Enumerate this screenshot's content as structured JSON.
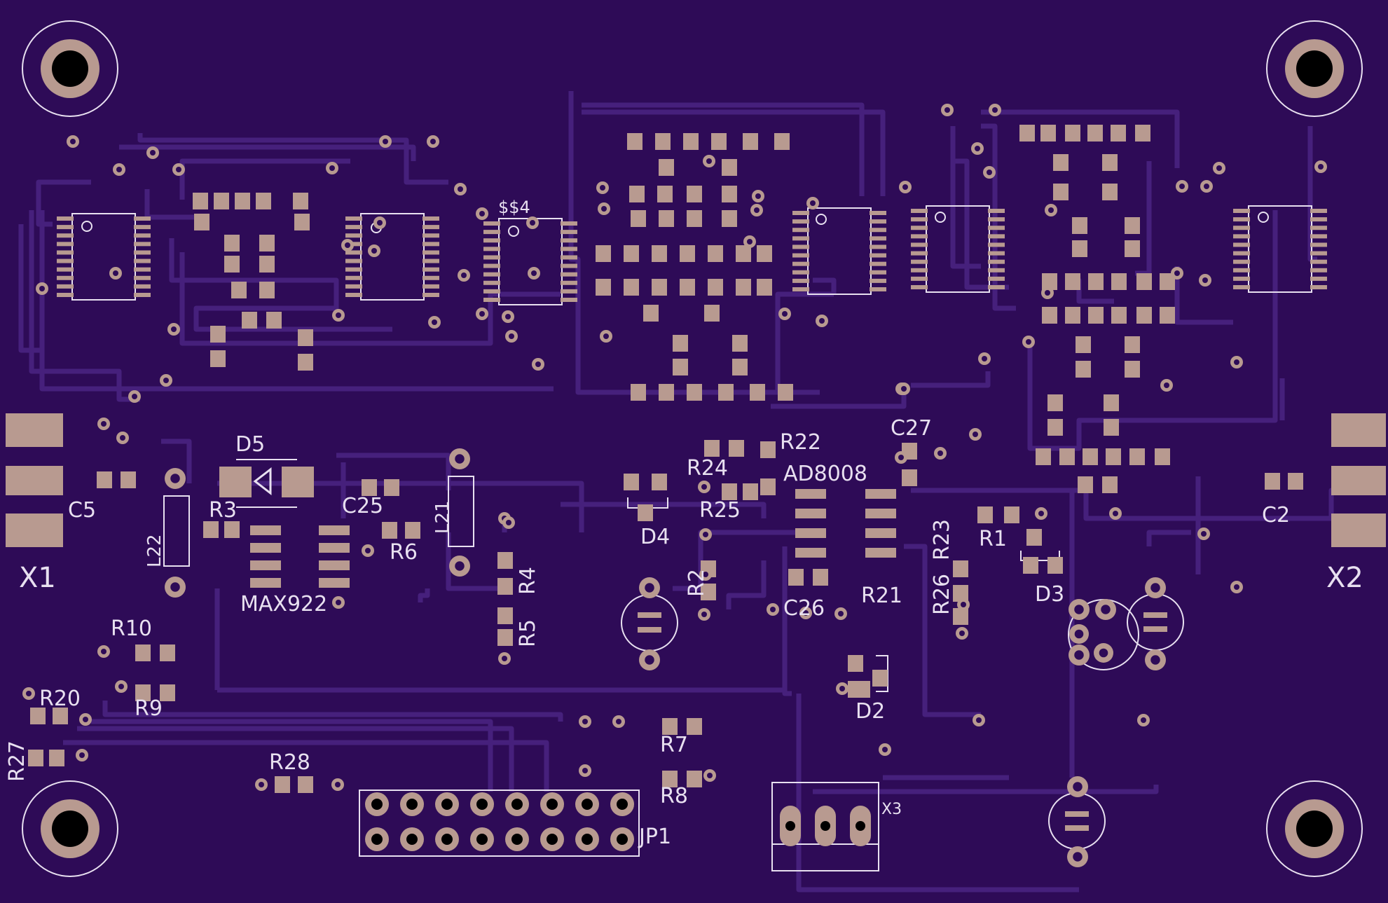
{
  "board": {
    "colors": {
      "substrate": "#2e0b57",
      "trace": "#46207c",
      "pad": "#b89a90",
      "silk": "#e8e0f0",
      "hole": "#000000"
    }
  },
  "labels": {
    "x1": "X1",
    "x2": "X2",
    "x3": "X3",
    "c5": "C5",
    "c2": "C2",
    "c25": "C25",
    "c26": "C26",
    "c27": "C27",
    "d2": "D2",
    "d3": "D3",
    "d4": "D4",
    "d5": "D5",
    "r1": "R1",
    "r2": "R2",
    "r3": "R3",
    "r4": "R4",
    "r5": "R5",
    "r6": "R6",
    "r7": "R7",
    "r8": "R8",
    "r9": "R9",
    "r10": "R10",
    "r20": "R20",
    "r21": "R21",
    "r22": "R22",
    "r23": "R23",
    "r24": "R24",
    "r25": "R25",
    "r26": "R26",
    "r27": "R27",
    "r28": "R28",
    "l21": "L21",
    "l22": "L22",
    "max922": "MAX922",
    "ad8008": "AD8008",
    "jp1": "JP1",
    "s4": "$$4"
  }
}
